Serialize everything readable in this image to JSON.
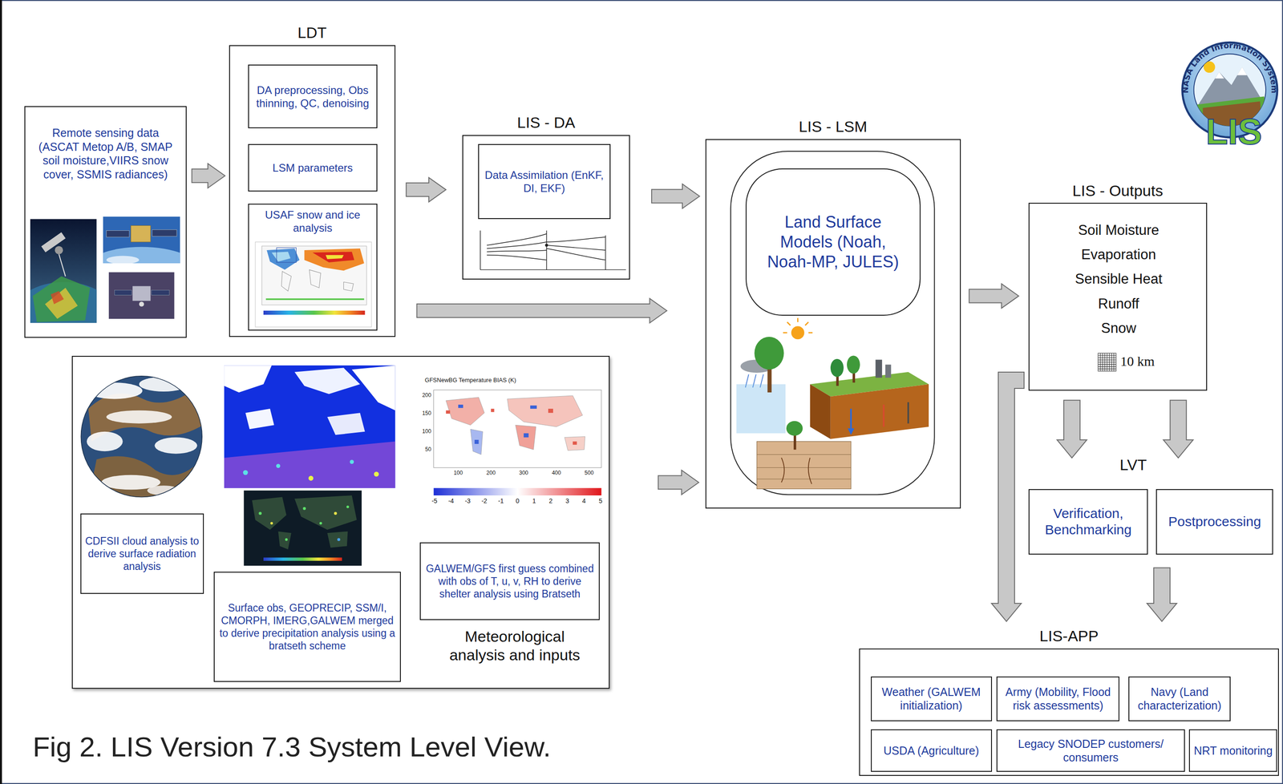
{
  "diagram": {
    "caption": "Fig 2. LIS Version 7.3 System Level View.",
    "nodes": [
      {
        "text": [
          "Remote sensing data (ASCAT Metop A/B, SMAP soil moisture,VIIRS snow cover, SSMIS radiances)"
        ]
      },
      {
        "text": [
          "LDT"
        ]
      },
      {
        "text": [
          "DA preprocessing, Obs thinning, QC, denoising"
        ],
        "in": 1
      },
      {
        "text": [
          "LSM parameters"
        ],
        "in": 1
      },
      {
        "text": [
          "USAF snow and ice analysis"
        ],
        "in": 1
      },
      {
        "text": [
          "LIS - DA"
        ]
      },
      {
        "text": [
          "Data Assimilation (EnKF, DI, EKF)"
        ],
        "in": 5
      },
      {
        "text": [
          "Meteorological analysis and inputs"
        ]
      },
      {
        "text": [
          "CDFSII cloud analysis to derive surface radiation analysis"
        ],
        "in": 7
      },
      {
        "text": [
          "Surface obs, GEOPRECIP, SSM/I, CMORPH, IMERG,GALWEM merged to derive precipitation analysis using a bratseth scheme"
        ],
        "in": 7
      },
      {
        "text": [
          "GALWEM/GFS first guess combined with obs of T, u, v, RH to derive shelter analysis using Bratseth"
        ],
        "in": 7
      },
      {
        "text": [
          "LIS - LSM"
        ]
      },
      {
        "text": [
          "Land Surface Models (Noah, Noah-MP, JULES)"
        ],
        "in": 11
      },
      {
        "text": [
          "LIS - Outputs",
          "Soil Moisture",
          "Evaporation",
          "Sensible Heat",
          "Runoff",
          "Snow",
          "10 km"
        ]
      },
      {
        "text": [
          "Verification, Benchmarking"
        ]
      },
      {
        "text": [
          "Postprocessing"
        ]
      },
      {
        "text": [
          "LIS-APP"
        ]
      },
      {
        "text": [
          "Weather (GALWEM initialization)"
        ],
        "in": 16
      },
      {
        "text": [
          "Army (Mobility, Flood risk assessments)"
        ],
        "in": 16
      },
      {
        "text": [
          "Navy (Land characterization)"
        ],
        "in": 16
      },
      {
        "text": [
          "USDA (Agriculture)"
        ],
        "in": 16
      },
      {
        "text": [
          "Legacy SNODEP customers/ consumers"
        ],
        "in": 16
      },
      {
        "text": [
          "NRT monitoring"
        ],
        "in": 16
      }
    ],
    "edges": [
      {
        "from": 0,
        "to": 1,
        "arrow": "to"
      },
      {
        "from": 1,
        "to": 5,
        "arrow": "to"
      },
      {
        "from": 1,
        "to": 11,
        "arrow": "to"
      },
      {
        "from": 5,
        "to": 11,
        "arrow": "to"
      },
      {
        "from": 7,
        "to": 11,
        "arrow": "to"
      },
      {
        "from": 11,
        "to": 13,
        "arrow": "to"
      },
      {
        "from": 13,
        "to": 14,
        "arrow": "to"
      },
      {
        "from": 13,
        "to": 15,
        "arrow": "to"
      },
      {
        "from": 15,
        "to": 16,
        "arrow": "to"
      },
      {
        "from": 13,
        "to": 16,
        "arrow": "to"
      }
    ],
    "labels": [
      "LVT",
      "NASA Land Information System",
      "LIS",
      "GFSNewBG Temperature BIAS (K)",
      "200",
      "150",
      "100",
      "50",
      "100",
      "200",
      "300",
      "400",
      "500",
      "-5",
      "-4",
      "-3",
      "-2",
      "-1",
      "0",
      "1",
      "2",
      "3",
      "4",
      "5"
    ]
  }
}
